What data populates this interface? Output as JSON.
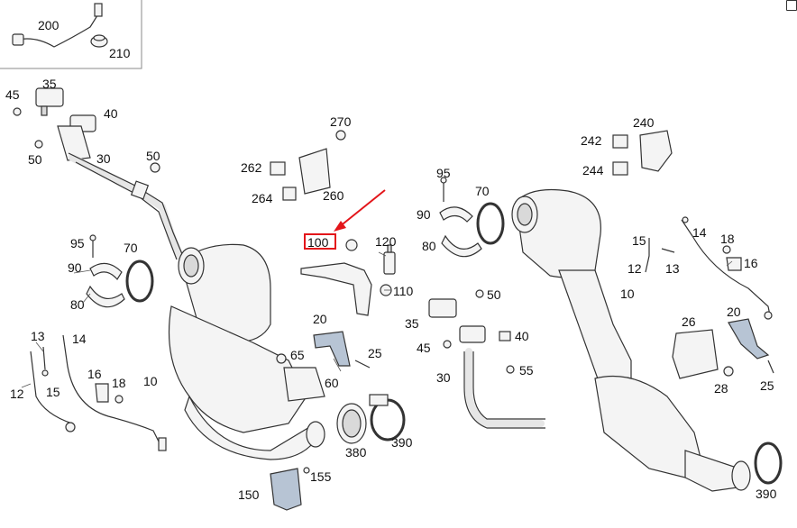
{
  "diagram": {
    "highlighted_part": "100",
    "labels": {
      "200": "200",
      "210": "210",
      "35a": "35",
      "45a": "45",
      "40a": "40",
      "50a": "50",
      "30a": "30",
      "50b": "50",
      "95a": "95",
      "70a": "70",
      "90a": "90",
      "80a": "80",
      "13a": "13",
      "14a": "14",
      "16a": "16",
      "18a": "18",
      "12a": "12",
      "15a": "15",
      "10a": "10",
      "270": "270",
      "262": "262",
      "264": "264",
      "260": "260",
      "100": "100",
      "120": "120",
      "110": "110",
      "20a": "20",
      "25a": "25",
      "65": "65",
      "60": "60",
      "380": "380",
      "390a": "390",
      "150": "150",
      "155": "155",
      "240": "240",
      "242": "242",
      "244": "244",
      "95b": "95",
      "70b": "70",
      "90b": "90",
      "80b": "80",
      "14b": "14",
      "18b": "18",
      "15b": "15",
      "16b": "16",
      "12b": "12",
      "13b": "13",
      "10b": "10",
      "50c": "50",
      "35b": "35",
      "45b": "45",
      "40b": "40",
      "30b": "30",
      "55": "55",
      "26": "26",
      "20b": "20",
      "28": "28",
      "25b": "25",
      "390b": "390"
    }
  },
  "toolbar": {
    "icon": "external-link-icon"
  }
}
